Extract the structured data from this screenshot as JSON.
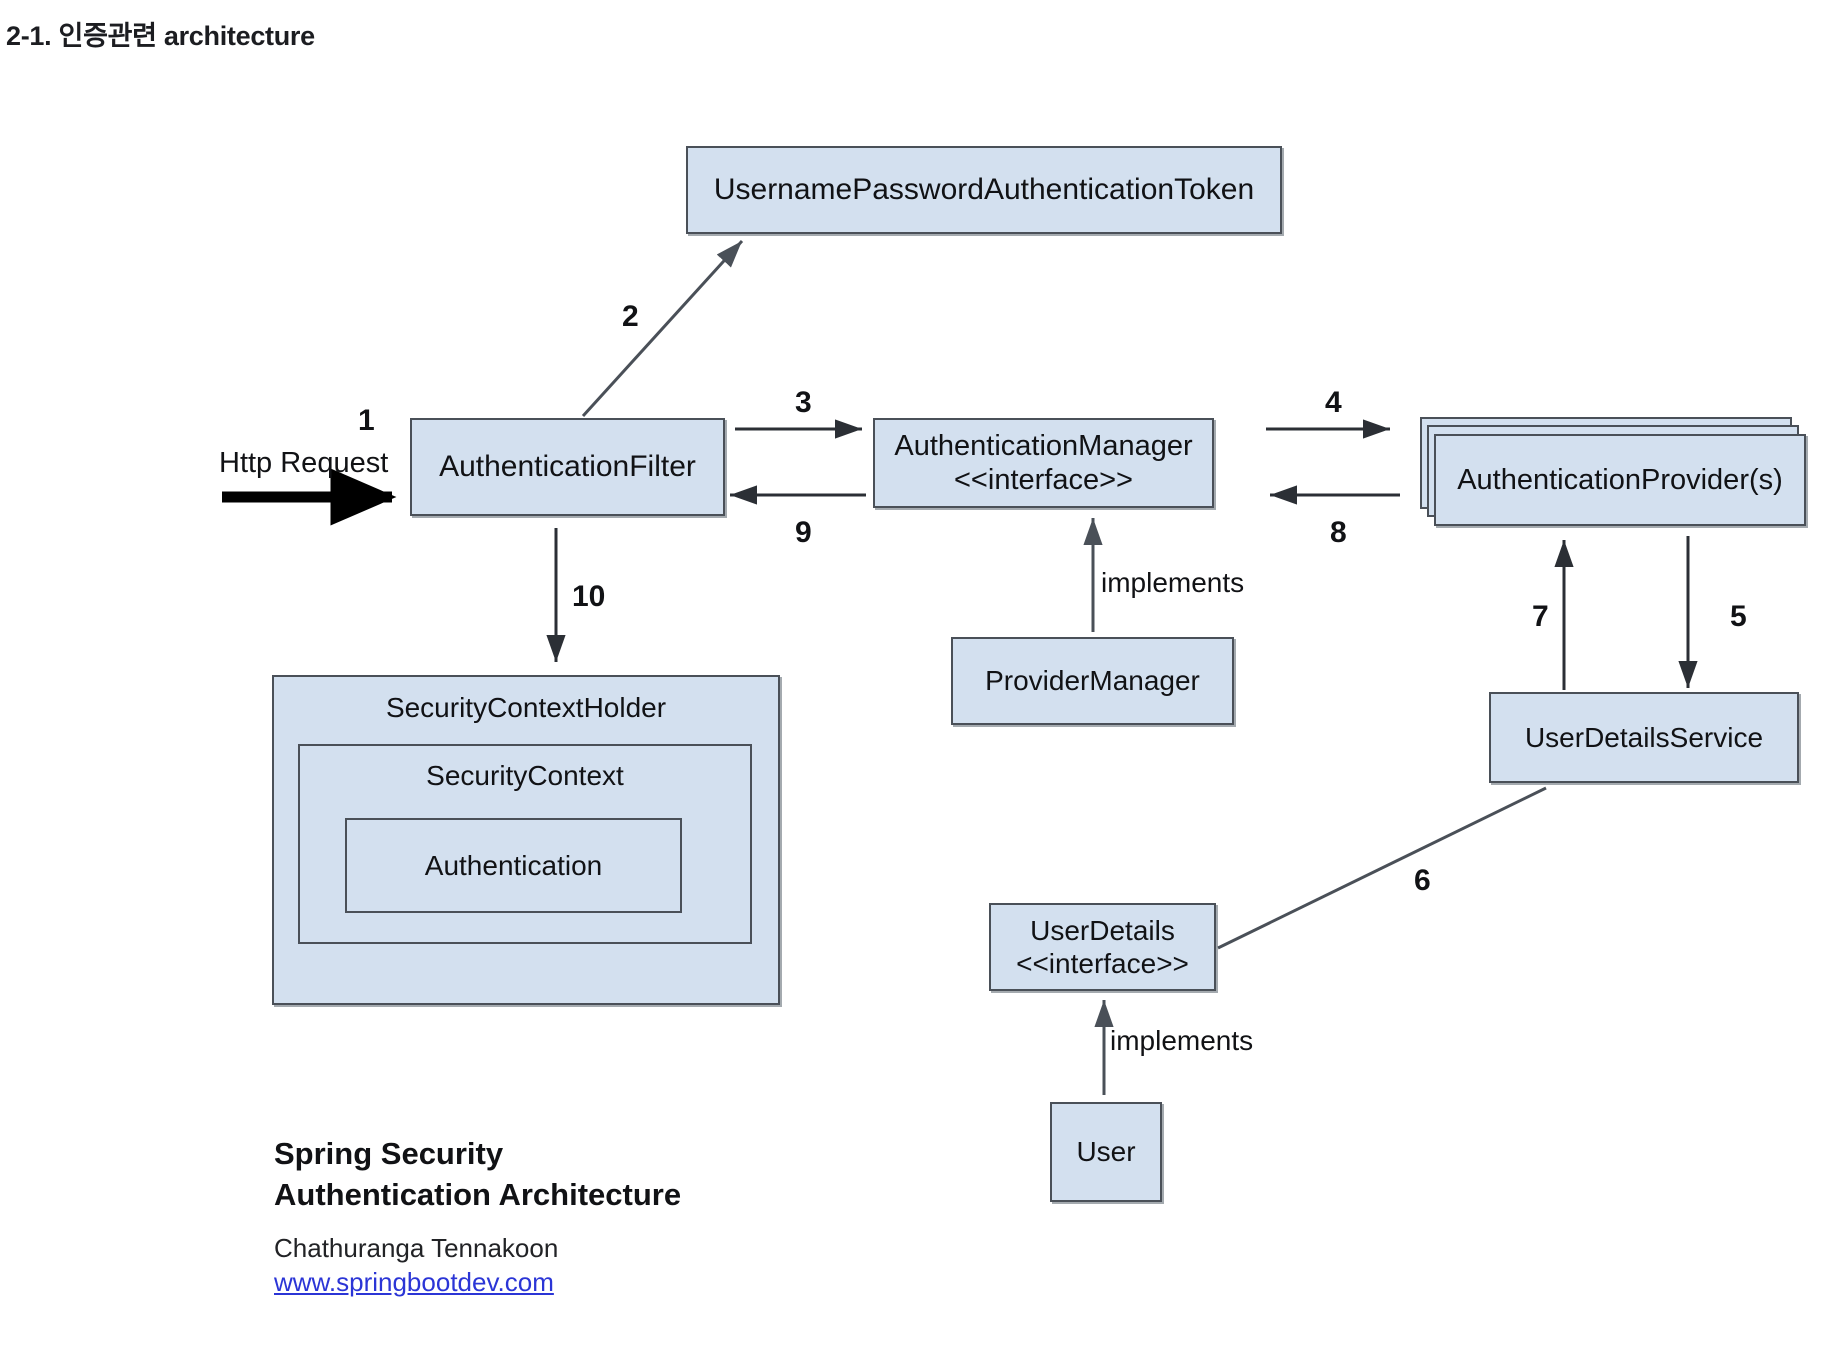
{
  "page": {
    "title": "2-1. 인증관련 architecture",
    "background": "#ffffff"
  },
  "diagram": {
    "type": "architecture-diagram",
    "node_fill": "#d3e0ef",
    "node_border": "#4a5058",
    "link_color": "#2b35d6",
    "nodes": [
      {
        "id": "upat",
        "label": "UsernamePasswordAuthenticationToken"
      },
      {
        "id": "filter",
        "label": "AuthenticationFilter"
      },
      {
        "id": "manager",
        "label": "AuthenticationManager\n<<interface>>"
      },
      {
        "id": "provider",
        "label": "AuthenticationProvider(s)"
      },
      {
        "id": "providermanager",
        "label": "ProviderManager"
      },
      {
        "id": "udservice",
        "label": "UserDetailsService"
      },
      {
        "id": "userdetails",
        "label": "UserDetails\n<<interface>>"
      },
      {
        "id": "user",
        "label": "User"
      },
      {
        "id": "scholder",
        "label": "SecurityContextHolder"
      },
      {
        "id": "sccontext",
        "label": "SecurityContext"
      },
      {
        "id": "authentication",
        "label": "Authentication"
      }
    ],
    "edge_labels": {
      "http_request": "Http Request",
      "step1": "1",
      "step2": "2",
      "step3": "3",
      "step4": "4",
      "step5": "5",
      "step6": "6",
      "step7": "7",
      "step8": "8",
      "step9": "9",
      "step10": "10",
      "implements_provider_manager": "implements",
      "implements_user": "implements"
    }
  },
  "caption": {
    "title": "Spring Security\nAuthentication Architecture",
    "author": "Chathuranga Tennakoon",
    "link": "www.springbootdev.com"
  }
}
